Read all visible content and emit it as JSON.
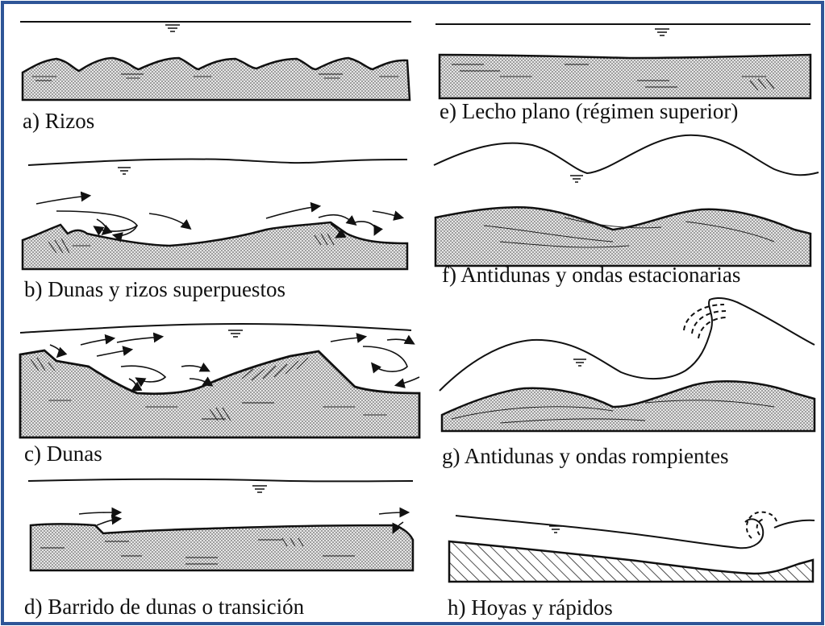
{
  "figure": {
    "border_color": "#2e5597",
    "ink_color": "#111111",
    "sediment_fill": "#d4d4d4",
    "panels": [
      {
        "id": "a",
        "caption": "a) Rizos"
      },
      {
        "id": "b",
        "caption": "b) Dunas y rizos superpuestos"
      },
      {
        "id": "c",
        "caption": "c) Dunas"
      },
      {
        "id": "d",
        "caption": "d) Barrido de dunas o transición"
      },
      {
        "id": "e",
        "caption": "e) Lecho plano (régimen superior)"
      },
      {
        "id": "f",
        "caption": "f) Antidunas y ondas estacionarias"
      },
      {
        "id": "g",
        "caption": "g) Antidunas y ondas rompientes"
      },
      {
        "id": "h",
        "caption": "h) Hoyas y rápidos"
      }
    ]
  }
}
